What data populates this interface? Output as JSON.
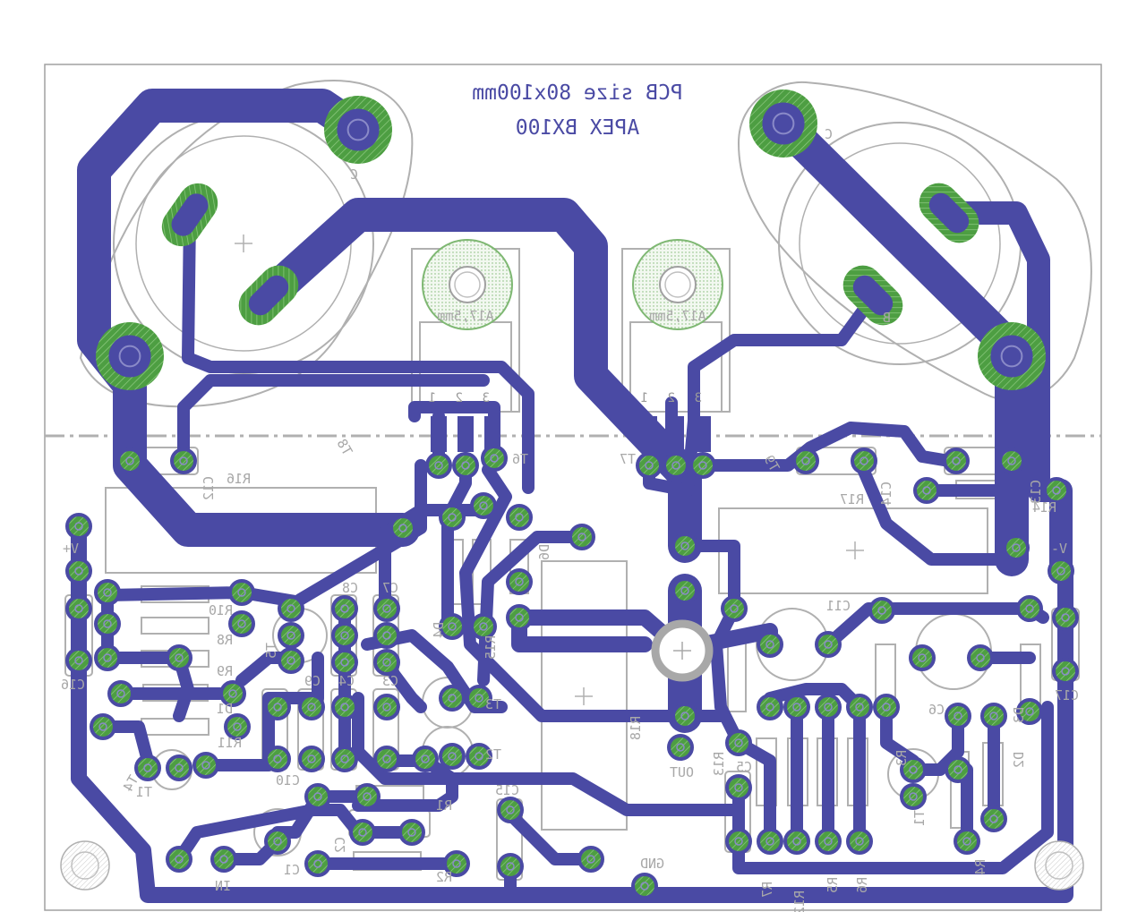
{
  "title": {
    "line1": "PCB size 80x100mm",
    "line2": "APEX BX100"
  },
  "heatsink_note": "A17,5mm",
  "pin_numbers": [
    "1",
    "2",
    "3"
  ],
  "transistor_pins": [
    "C",
    "B"
  ],
  "connectors": {
    "vplus": "V+",
    "vminus": "V-",
    "input": "IN",
    "output": "OUT",
    "ground": "GND"
  },
  "designators": {
    "resistors": [
      "R1",
      "R2",
      "R3",
      "R4",
      "R5",
      "R6",
      "R7",
      "R8",
      "R9",
      "R10",
      "R11",
      "R12",
      "R13",
      "R14",
      "R15",
      "R16",
      "R17",
      "R18"
    ],
    "capacitors": [
      "C1",
      "C2",
      "C3",
      "C4",
      "C5",
      "C6",
      "C7",
      "C8",
      "C9",
      "C10",
      "C11",
      "C12",
      "C13",
      "C14",
      "C15",
      "C16",
      "C17"
    ],
    "diodes": [
      "D1",
      "D2",
      "D3",
      "D4",
      "D5",
      "D6"
    ],
    "transistors": [
      "T1",
      "T2",
      "T3",
      "T4",
      "T5",
      "T6",
      "T7",
      "T8",
      "T9"
    ]
  },
  "colors": {
    "copper": "#4a4aa4",
    "pad": "#4d9e42",
    "silkscreen": "#a8a8a8",
    "background": "#ffffff"
  }
}
